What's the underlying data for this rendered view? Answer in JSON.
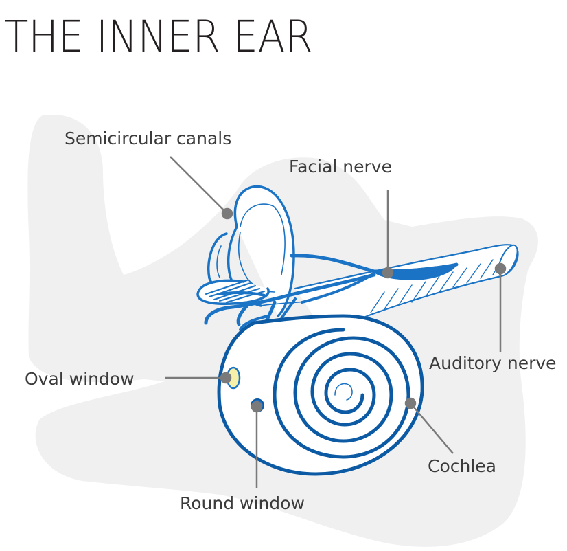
{
  "title": "THE INNER EAR",
  "labels": {
    "semicircular_canals": "Semicircular canals",
    "facial_nerve": "Facial nerve",
    "auditory_nerve": "Auditory nerve",
    "oval_window": "Oval window",
    "round_window": "Round window",
    "cochlea": "Cochlea"
  },
  "colors": {
    "background_shape": "#f0f0f1",
    "structure_light": "#1a73c4",
    "structure_dark": "#0b5aa3",
    "fill": "#ffffff",
    "leader_line": "#7a7a7a",
    "oval_window_fill": "#f6f0a8",
    "round_window_fill": "#1f6ec2"
  }
}
